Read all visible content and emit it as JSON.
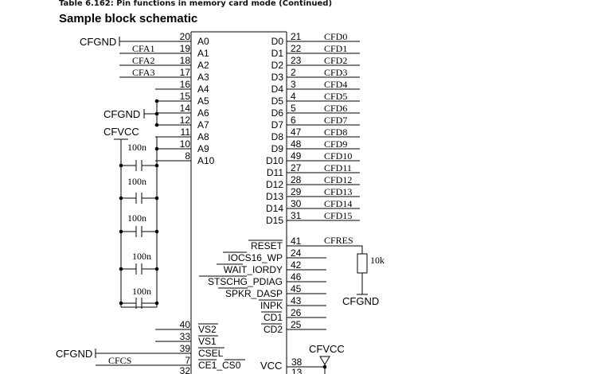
{
  "header": {
    "table_caption": "Table 6.162: Pin functions in memory card mode (Continued)",
    "title": "Sample block schematic"
  },
  "left_pins": [
    {
      "num": "20",
      "name": "A0",
      "sig": ""
    },
    {
      "num": "19",
      "name": "A1",
      "sig": "CFA1"
    },
    {
      "num": "18",
      "name": "A2",
      "sig": "CFA2"
    },
    {
      "num": "17",
      "name": "A3",
      "sig": "CFA3"
    },
    {
      "num": "16",
      "name": "A4",
      "sig": ""
    },
    {
      "num": "15",
      "name": "A5",
      "sig": ""
    },
    {
      "num": "14",
      "name": "A6",
      "sig": ""
    },
    {
      "num": "12",
      "name": "A7",
      "sig": ""
    },
    {
      "num": "11",
      "name": "A8",
      "sig": ""
    },
    {
      "num": "10",
      "name": "A9",
      "sig": ""
    },
    {
      "num": "8",
      "name": "A10",
      "sig": ""
    }
  ],
  "right_pins": [
    {
      "num": "21",
      "name": "D0",
      "sig": "CFD0"
    },
    {
      "num": "22",
      "name": "D1",
      "sig": "CFD1"
    },
    {
      "num": "23",
      "name": "D2",
      "sig": "CFD2"
    },
    {
      "num": "2",
      "name": "D3",
      "sig": "CFD3"
    },
    {
      "num": "3",
      "name": "D4",
      "sig": "CFD4"
    },
    {
      "num": "4",
      "name": "D5",
      "sig": "CFD5"
    },
    {
      "num": "5",
      "name": "D6",
      "sig": "CFD6"
    },
    {
      "num": "6",
      "name": "D7",
      "sig": "CFD7"
    },
    {
      "num": "47",
      "name": "D8",
      "sig": "CFD8"
    },
    {
      "num": "48",
      "name": "D9",
      "sig": "CFD9"
    },
    {
      "num": "49",
      "name": "D10",
      "sig": "CFD10"
    },
    {
      "num": "27",
      "name": "D11",
      "sig": "CFD11"
    },
    {
      "num": "28",
      "name": "D12",
      "sig": "CFD12"
    },
    {
      "num": "29",
      "name": "D13",
      "sig": "CFD13"
    },
    {
      "num": "30",
      "name": "D14",
      "sig": "CFD14"
    },
    {
      "num": "31",
      "name": "D15",
      "sig": "CFD15"
    }
  ],
  "control_pins": [
    {
      "num": "41",
      "name": "RESET"
    },
    {
      "num": "24",
      "name": "IOCS16_WP"
    },
    {
      "num": "42",
      "name": "WAIT_IORDY"
    },
    {
      "num": "46",
      "name": "STSCHG_PDIAG"
    },
    {
      "num": "45",
      "name": "SPKR_DASP"
    },
    {
      "num": "43",
      "name": "INPK"
    },
    {
      "num": "26",
      "name": "CD1"
    },
    {
      "num": "25",
      "name": "CD2"
    }
  ],
  "bottom_left_pins": [
    {
      "num": "40",
      "name": "VS2"
    },
    {
      "num": "33",
      "name": "VS1"
    },
    {
      "num": "39",
      "name": "CSEL"
    },
    {
      "num": "7",
      "name": "CE1_CS0"
    },
    {
      "num": "32",
      "name": ""
    }
  ],
  "labels": {
    "cfgnd": "CFGND",
    "cfvcc": "CFVCC",
    "cfres": "CFRES",
    "r_value": "10k",
    "cap_value": "100n",
    "cfcs": "CFCS",
    "vcc": "VCC",
    "vcc_pin": "38",
    "vcc_pin2": "13"
  }
}
